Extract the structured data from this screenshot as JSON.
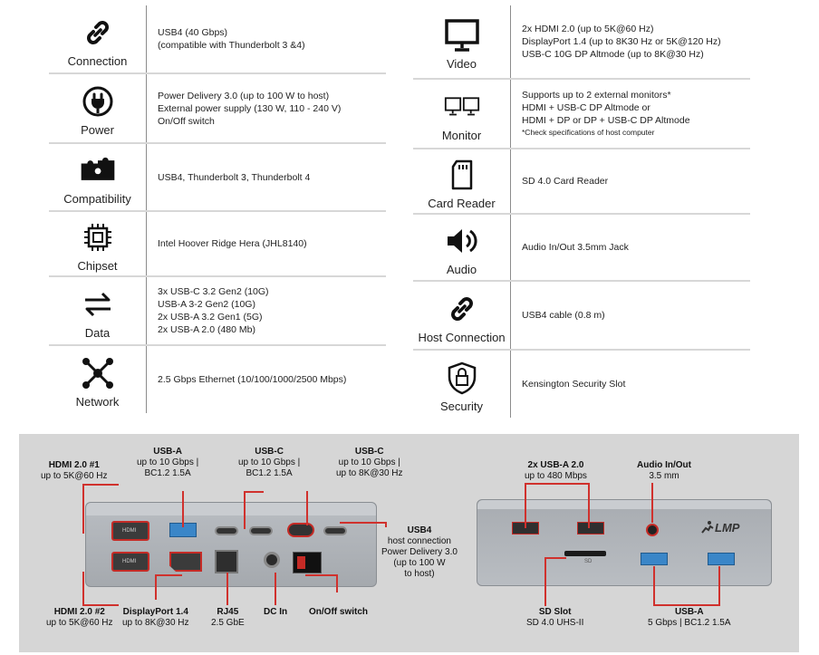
{
  "specs_left": [
    {
      "icon": "link-icon",
      "label": "Connection",
      "lines": [
        "USB4 (40 Gbps)",
        "(compatible with Thunderbolt 3 &4)"
      ]
    },
    {
      "icon": "power-plug-icon",
      "label": "Power",
      "lines": [
        "Power Delivery 3.0 (up to 100 W to host)",
        "External power supply (130 W, 110 - 240 V)",
        "On/Off switch"
      ]
    },
    {
      "icon": "puzzle-icon",
      "label": "Compatibility",
      "lines": [
        "USB4,  Thunderbolt 3, Thunderbolt 4"
      ]
    },
    {
      "icon": "chip-icon",
      "label": "Chipset",
      "lines": [
        "Intel Hoover Ridge Hera (JHL8140)"
      ]
    },
    {
      "icon": "data-arrows-icon",
      "label": "Data",
      "lines": [
        "3x USB-C 3.2 Gen2 (10G)",
        "USB-A 3-2 Gen2 (10G)",
        "2x USB-A 3.2 Gen1 (5G)",
        "2x USB-A 2.0 (480 Mb)"
      ]
    },
    {
      "icon": "network-icon",
      "label": "Network",
      "lines": [
        "2.5 Gbps Ethernet (10/100/1000/2500 Mbps)"
      ]
    }
  ],
  "specs_right": [
    {
      "icon": "monitor-icon",
      "label": "Video",
      "lines": [
        "2x HDMI 2.0 (up to 5K@60 Hz)",
        "DisplayPort 1.4 (up to 8K30 Hz or 5K@120 Hz)",
        "USB-C 10G DP Altmode (up to 8K@30 Hz)"
      ]
    },
    {
      "icon": "dual-monitor-icon",
      "label": "Monitor",
      "lines": [
        "Supports up to 2 external monitors*",
        "HDMI + USB-C DP Altmode or",
        "HDMI + DP or DP + USB-C DP Altmode"
      ],
      "note": "*Check specifications of host computer"
    },
    {
      "icon": "sd-card-icon",
      "label": "Card Reader",
      "lines": [
        "SD 4.0 Card Reader"
      ]
    },
    {
      "icon": "speaker-icon",
      "label": "Audio",
      "lines": [
        "Audio In/Out 3.5mm Jack"
      ]
    },
    {
      "icon": "link-icon",
      "label": "Host Connection",
      "lines": [
        "USB4 cable (0.8 m)"
      ]
    },
    {
      "icon": "lock-shield-icon",
      "label": "Security",
      "lines": [
        "Kensington Security Slot"
      ]
    }
  ],
  "rear_labels": {
    "hdmi1": {
      "title": "HDMI 2.0 #1",
      "sub": "up to 5K@60 Hz"
    },
    "usba": {
      "title": "USB-A",
      "sub1": "up to 10 Gbps |",
      "sub2": "BC1.2 1.5A"
    },
    "usbc1": {
      "title": "USB-C",
      "sub1": "up to 10 Gbps |",
      "sub2": "BC1.2 1.5A"
    },
    "usbc2": {
      "title": "USB-C",
      "sub1": "up to 10 Gbps |",
      "sub2": "up to 8K@30 Hz"
    },
    "usb4": {
      "title": "USB4",
      "l1": "host connection",
      "l2": "Power Delivery 3.0",
      "l3": "(up to 100 W",
      "l4": "to host)"
    },
    "hdmi2": {
      "title": "HDMI 2.0 #2",
      "sub": "up to 5K@60 Hz"
    },
    "dp": {
      "title": "DisplayPort 1.4",
      "sub": "up to 8K@30 Hz"
    },
    "rj45": {
      "title": "RJ45",
      "sub": "2.5 GbE"
    },
    "dcin": {
      "title": "DC In"
    },
    "onoff": {
      "title": "On/Off switch"
    }
  },
  "front_labels": {
    "usba20": {
      "title": "2x USB-A 2.0",
      "sub": "up to 480 Mbps"
    },
    "audio": {
      "title": "Audio In/Out",
      "sub": "3.5 mm"
    },
    "sdslot": {
      "title": "SD Slot",
      "sub": "SD 4.0 UHS-II"
    },
    "usba_front": {
      "title": "USB-A",
      "sub": "5 Gbps | BC1.2 1.5A"
    }
  },
  "device_marks": {
    "logo": "LMP",
    "hdmi": "HDMI",
    "sd": "SD"
  },
  "colors": {
    "lead": "#d0312d",
    "panel": "#d6d6d6",
    "usb_blue": "#3a86c8"
  }
}
